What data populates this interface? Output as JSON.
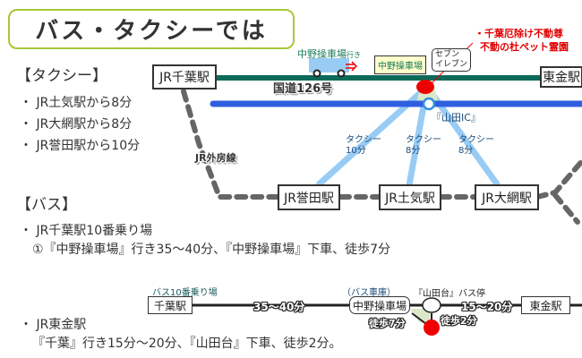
{
  "title": "バス・タクシーでは",
  "taxi": {
    "heading": "【タクシー】",
    "items": [
      "・ JR土気駅から8分",
      "・ JR大網駅から8分",
      "・ JR誉田駅から10分"
    ]
  },
  "bus": {
    "heading": "【バス】",
    "items": [
      {
        "line1": "・ JR千葉駅10番乗り場",
        "line2": "①『中野操車場』行き35～40分、『中野操車場』下車、徒歩7分"
      },
      {
        "line1": "・ JR東金駅",
        "line2": "『千葉』行き15分～20分、『山田台』下車、徒歩2分。"
      }
    ]
  },
  "map": {
    "stations": {
      "chiba": "JR千葉駅",
      "togane": "東金駅",
      "honda": "JR誉田駅",
      "toke": "JR土気駅",
      "oami": "JR大網駅"
    },
    "route126": "国道126号",
    "bus_label": "中野操車場",
    "bus_suffix": "行き",
    "depot_sign": "中野操車場",
    "seven_eleven": [
      "セブン",
      "イレブン"
    ],
    "destination": [
      "・千葉厄除け不動尊",
      "不動の杜ペット霊園"
    ],
    "yamada_ic": "『山田IC』",
    "jr_line": "JR外房線",
    "taxi_times": [
      {
        "l1": "タクシー",
        "l2": "10分"
      },
      {
        "l1": "タクシー",
        "l2": "8分"
      },
      {
        "l1": "タクシー",
        "l2": "8分"
      }
    ]
  },
  "bus_diagram": {
    "stop10": "バス10番乗り場",
    "chiba": "千葉駅",
    "time1": "35～40分",
    "depot_caption": "（バス車庫）",
    "depot": "中野操車場",
    "yamadadai": "『山田台』バス停",
    "time2": "15～20分",
    "togane": "東金駅",
    "walk7": "徒歩7分",
    "walk2": "徒歩2分"
  },
  "colors": {
    "route126": "#0c6a5a",
    "expressway": "#2f5fe0",
    "taxi_line": "#99ccf5",
    "jr_line": "#666666",
    "destination": "#e00000",
    "title_border": "#a8c83a"
  }
}
